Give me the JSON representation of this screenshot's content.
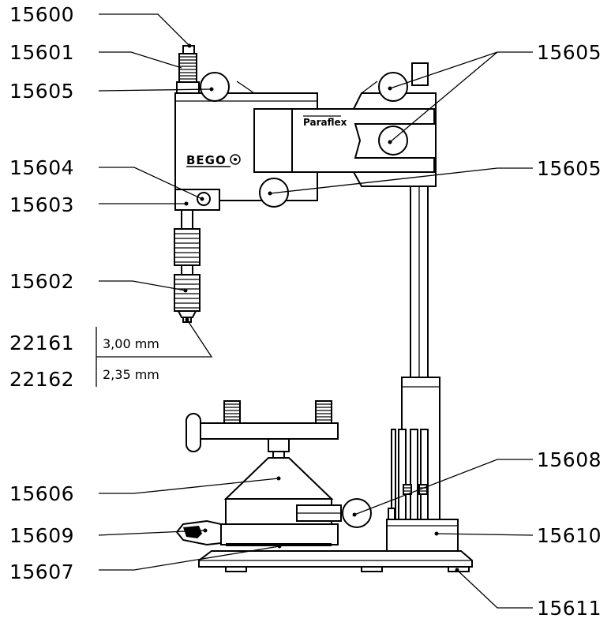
{
  "brand": {
    "bego": "BEGO",
    "paraflex": "Paraflex"
  },
  "labels": {
    "p15600": "15600",
    "p15601": "15601",
    "p15605_left": "15605",
    "p15604": "15604",
    "p15603": "15603",
    "p15602": "15602",
    "p22161": "22161",
    "p22162": "22162",
    "p15606": "15606",
    "p15609": "15609",
    "p15607": "15607",
    "p15605_right_top": "15605",
    "p15605_right_mid": "15605",
    "p15608": "15608",
    "p15610": "15610",
    "p15611": "15611"
  },
  "sizes": {
    "s22161": "3,00 mm",
    "s22162": "2,35 mm"
  },
  "colors": {
    "ink": "#000000",
    "paper": "#ffffff"
  }
}
